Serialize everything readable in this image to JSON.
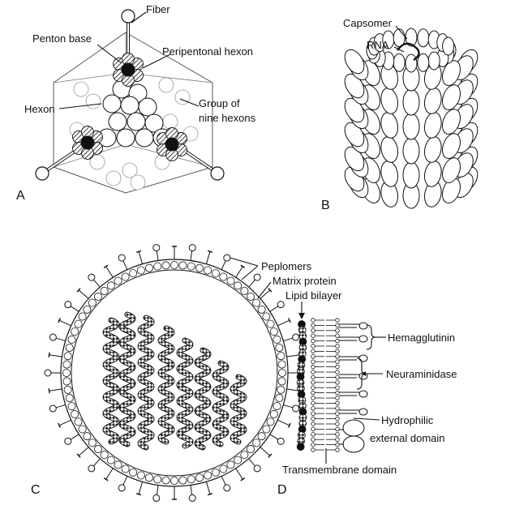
{
  "panels": {
    "a": {
      "letter": "A",
      "labels": {
        "fiber": "Fiber",
        "penton_base": "Penton base",
        "peripentonal_hexon": "Peripentonal hexon",
        "hexon": "Hexon",
        "group_of_nine_hexons_line1": "Group of",
        "group_of_nine_hexons_line2": "nine hexons"
      }
    },
    "b": {
      "letter": "B",
      "labels": {
        "capsomer": "Capsomer",
        "rna": "RNA"
      }
    },
    "c": {
      "letter": "C",
      "labels": {
        "peplomers": "Peplomers",
        "matrix_protein": "Matrix protein"
      }
    },
    "d": {
      "letter": "D",
      "labels": {
        "lipid_bilayer": "Lipid bilayer",
        "hemagglutinin": "Hemagglutinin",
        "neuraminidase": "Neuraminidase",
        "hydrophilic_line1": "Hydrophilic",
        "hydrophilic_line2": "external domain",
        "transmembrane_domain": "Transmembrane domain"
      }
    }
  }
}
